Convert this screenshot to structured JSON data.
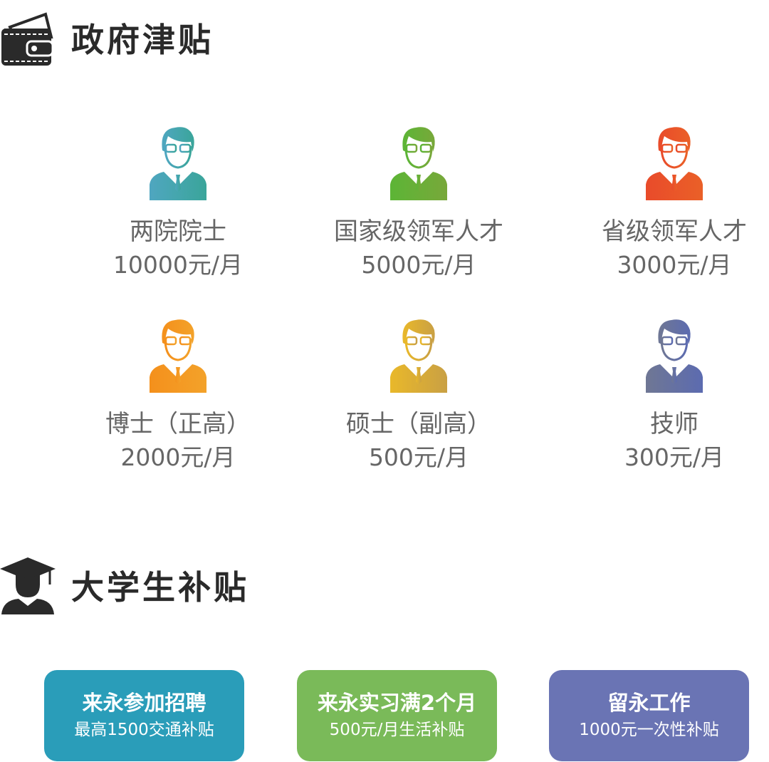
{
  "gov": {
    "title": "政府津贴",
    "icon": "wallet-icon",
    "items": [
      {
        "name": "两院院士",
        "amount": "10000元/月",
        "color1": "#4fa6c0",
        "color2": "#3aa59a"
      },
      {
        "name": "国家级领军人才",
        "amount": "5000元/月",
        "color1": "#5cb536",
        "color2": "#78a83a"
      },
      {
        "name": "省级领军人才",
        "amount": "3000元/月",
        "color1": "#e94b2a",
        "color2": "#ea6028"
      },
      {
        "name": "博士（正高）",
        "amount": "2000元/月",
        "color1": "#f4901c",
        "color2": "#f3a22a"
      },
      {
        "name": "硕士（副高）",
        "amount": "500元/月",
        "color1": "#e9b82a",
        "color2": "#c9a044"
      },
      {
        "name": "技师",
        "amount": "300元/月",
        "color1": "#6f7794",
        "color2": "#5c6bb0"
      }
    ]
  },
  "student": {
    "title": "大学生补贴",
    "icon": "graduate-icon",
    "cards": [
      {
        "title": "来永参加招聘",
        "sub": "最高1500交通补贴",
        "color": "#2a9db9"
      },
      {
        "title": "来永实习满2个月",
        "sub": "500元/月生活补贴",
        "color": "#7aba59"
      },
      {
        "title": "留永工作",
        "sub": "1000元一次性补贴",
        "color": "#6a74b4"
      }
    ]
  }
}
